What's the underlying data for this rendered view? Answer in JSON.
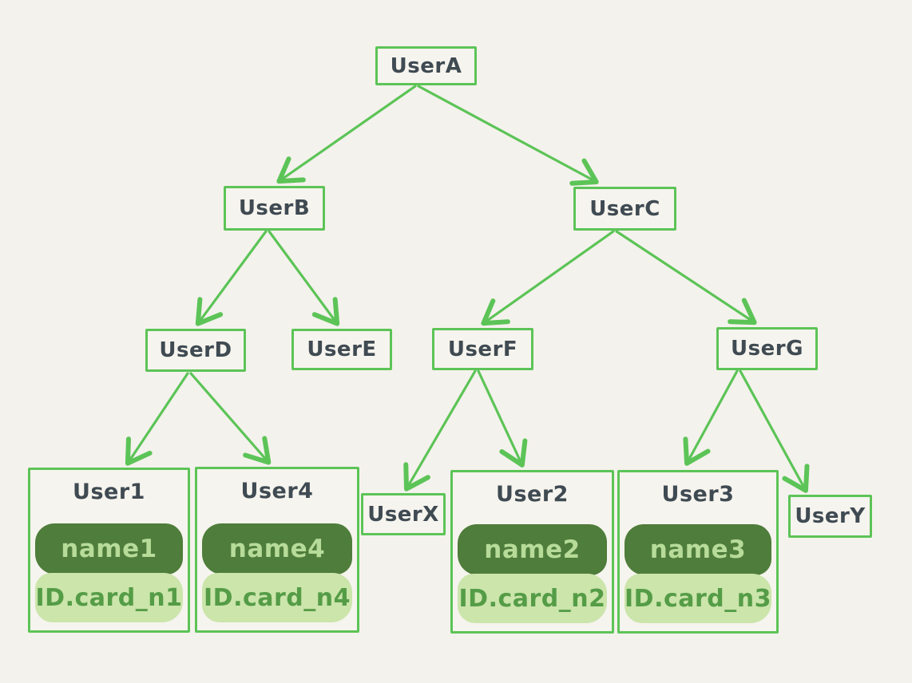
{
  "diagram": {
    "type": "tree",
    "style": "hand-drawn",
    "colors": {
      "background": "#f4f2ec",
      "stroke_green": "#5cc457",
      "node_text": "#3f4a52",
      "pill_dark_bg": "#4f7d3b",
      "pill_dark_text": "#b7db99",
      "pill_light_bg": "#cbe5ab",
      "pill_light_text": "#559c47"
    },
    "nodes": {
      "userA": {
        "label": "UserA"
      },
      "userB": {
        "label": "UserB"
      },
      "userC": {
        "label": "UserC"
      },
      "userD": {
        "label": "UserD"
      },
      "userE": {
        "label": "UserE"
      },
      "userF": {
        "label": "UserF"
      },
      "userG": {
        "label": "UserG"
      },
      "userX": {
        "label": "UserX"
      },
      "userY": {
        "label": "UserY"
      },
      "user1": {
        "label": "User1",
        "name": "name1",
        "id_card": "ID.card_n1"
      },
      "user4": {
        "label": "User4",
        "name": "name4",
        "id_card": "ID.card_n4"
      },
      "user2": {
        "label": "User2",
        "name": "name2",
        "id_card": "ID.card_n2"
      },
      "user3": {
        "label": "User3",
        "name": "name3",
        "id_card": "ID.card_n3"
      }
    },
    "edges": [
      {
        "from": "UserA",
        "to": "UserB"
      },
      {
        "from": "UserA",
        "to": "UserC"
      },
      {
        "from": "UserB",
        "to": "UserD"
      },
      {
        "from": "UserB",
        "to": "UserE"
      },
      {
        "from": "UserC",
        "to": "UserF"
      },
      {
        "from": "UserC",
        "to": "UserG"
      },
      {
        "from": "UserD",
        "to": "User1"
      },
      {
        "from": "UserD",
        "to": "User4"
      },
      {
        "from": "UserF",
        "to": "UserX"
      },
      {
        "from": "UserF",
        "to": "User2"
      },
      {
        "from": "UserG",
        "to": "User3"
      },
      {
        "from": "UserG",
        "to": "UserY"
      }
    ]
  }
}
